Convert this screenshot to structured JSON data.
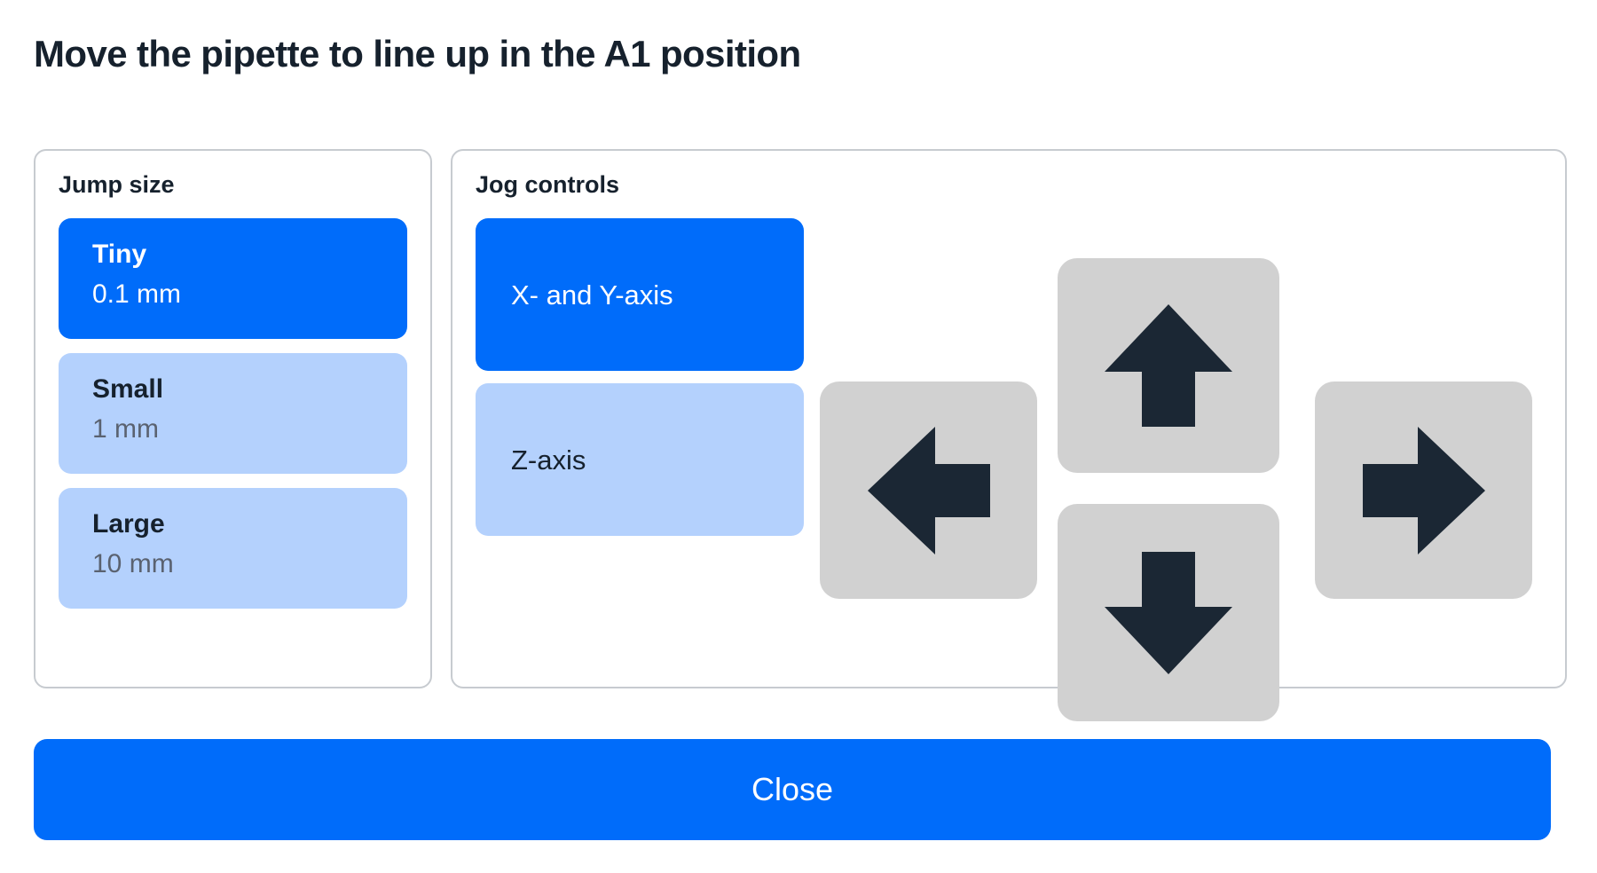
{
  "title": "Move the pipette to line up in the A1 position",
  "jump_size": {
    "panel_title": "Jump size",
    "options": [
      {
        "name": "Tiny",
        "value": "0.1 mm",
        "selected": true
      },
      {
        "name": "Small",
        "value": "1 mm",
        "selected": false
      },
      {
        "name": "Large",
        "value": "10 mm",
        "selected": false
      }
    ]
  },
  "jog_controls": {
    "panel_title": "Jog controls",
    "axes": [
      {
        "label": "X- and Y-axis",
        "selected": true
      },
      {
        "label": "Z-axis",
        "selected": false
      }
    ],
    "directions": [
      {
        "name": "up",
        "icon": "arrow-up-icon"
      },
      {
        "name": "left",
        "icon": "arrow-left-icon"
      },
      {
        "name": "right",
        "icon": "arrow-right-icon"
      },
      {
        "name": "down",
        "icon": "arrow-down-icon"
      }
    ]
  },
  "footer": {
    "close_label": "Close"
  },
  "colors": {
    "accent_blue": "#006CFA",
    "light_blue": "#B4D1FD",
    "button_gray": "#D1D1D1",
    "arrow_dark": "#1B2734",
    "text_dark": "#16212D",
    "text_muted": "#5A6270",
    "panel_border": "#C7CBD0"
  }
}
